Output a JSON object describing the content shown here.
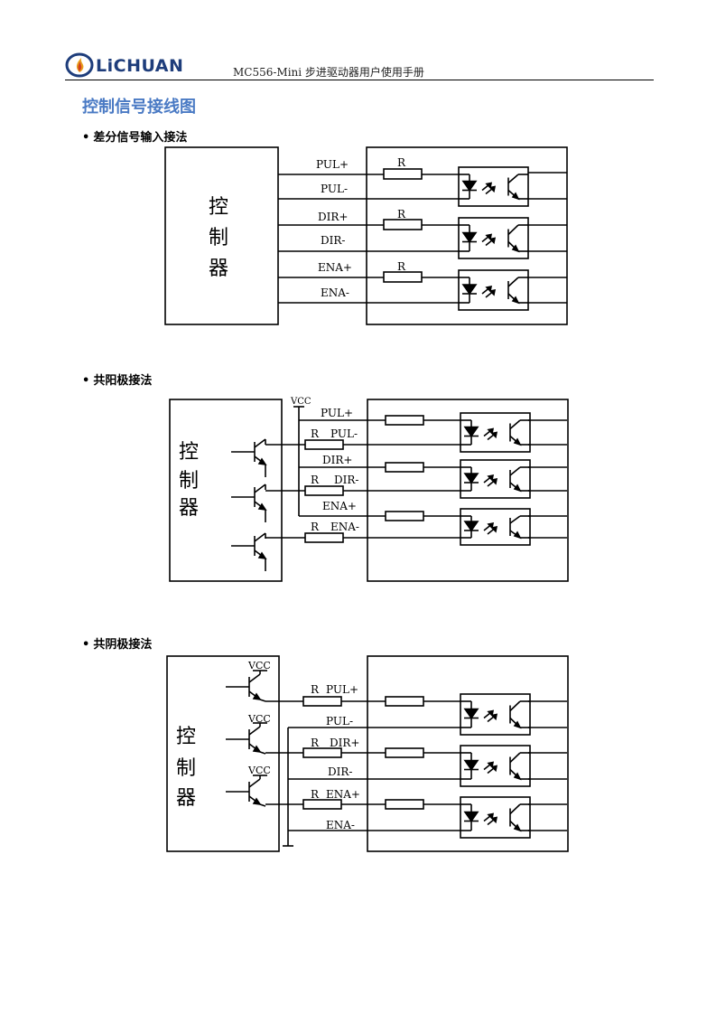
{
  "header": {
    "brand": "LiCHUAN",
    "doc_title": "MC556-Mini 步进驱动器用户使用手册"
  },
  "section_title": "控制信号接线图",
  "sections": [
    {
      "bullet": "•",
      "title": "差分信号输入接法"
    },
    {
      "bullet": "•",
      "title": "共阳极接法"
    },
    {
      "bullet": "•",
      "title": "共阴极接法"
    }
  ],
  "labels": {
    "controller": [
      "控",
      "制",
      "器"
    ],
    "pul_plus": "PUL+",
    "pul_minus": "PUL-",
    "dir_plus": "DIR+",
    "dir_minus": "DIR-",
    "ena_plus": "ENA+",
    "ena_minus": "ENA-",
    "resistor": "R",
    "vcc": "VCC"
  }
}
